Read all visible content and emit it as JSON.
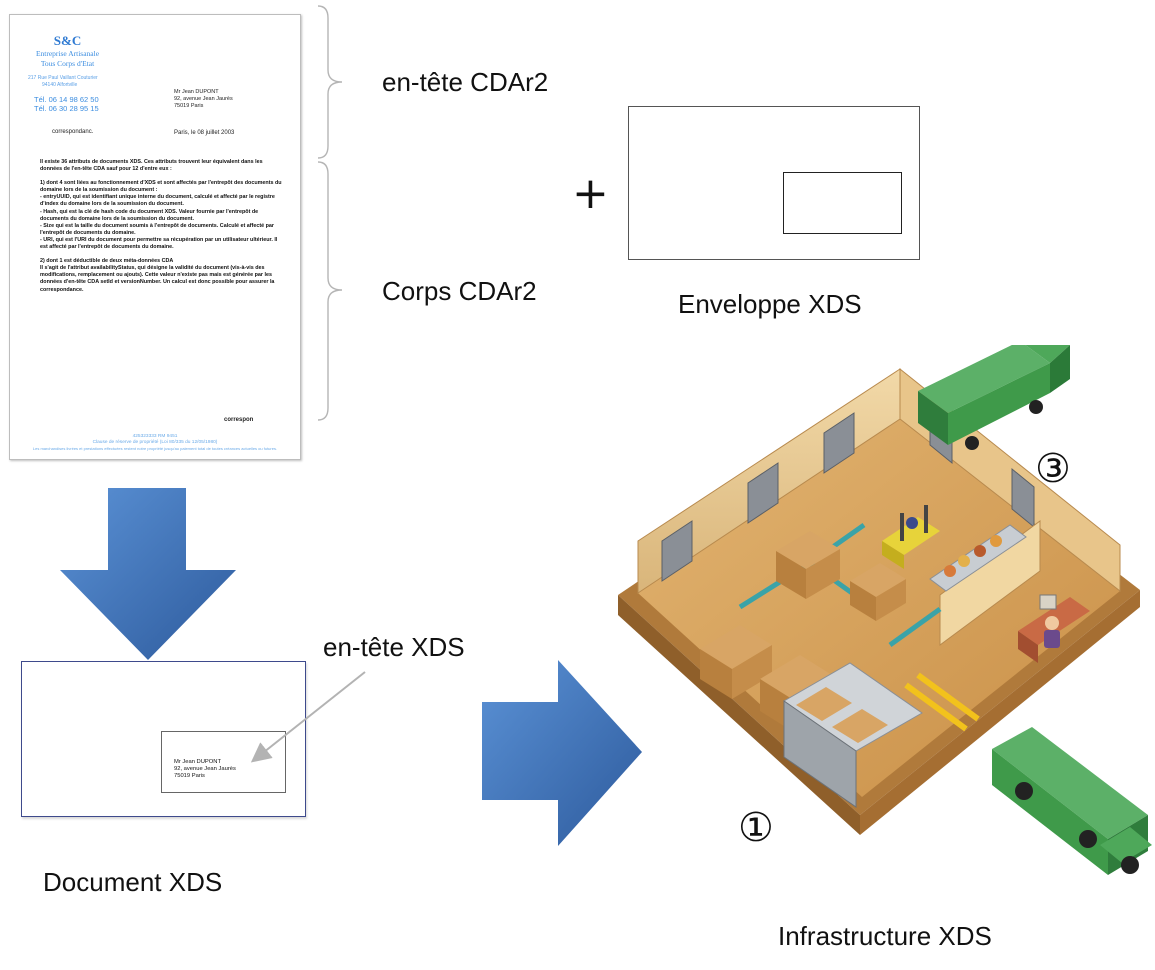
{
  "labels": {
    "entete_cda": "en-tête CDAr2",
    "corps_cda": "Corps CDAr2",
    "enveloppe": "Enveloppe XDS",
    "entete_xds": "en-tête XDS",
    "document_xds": "Document XDS",
    "infrastructure": "Infrastructure XDS",
    "plus": "+",
    "step1": "①",
    "step3": "③"
  },
  "letter": {
    "logo": "S&C",
    "company_line1": "Entreprise Artisanale",
    "company_line2": "Tous Corps d'Etat",
    "address_line1": "217 Rue Paul Vaillant Couturier",
    "address_line2": "94140  Alfortville",
    "tel1": "Tél. 06 14 98 62 50",
    "tel2": "Tél. 06 30 28 95 15",
    "recipient_name": "Mr Jean DUPONT",
    "recipient_street": "92, avenue Jean Jaurès",
    "recipient_city": "75019 Paris",
    "salutation": "correspondanc.",
    "date": "Paris, le 08 juillet 2003",
    "body": [
      "Il existe 36 attributs de documents XDS. Ces attributs trouvent leur équivalent dans les données de l'en-tête CDA sauf pour 12 d'entre eux :",
      "",
      "1) dont 4 sont liées au fonctionnement d'XDS et sont affectés par l'entrepôt des documents du domaine lors de la soumission du document :",
      "- entryUUID, qui est identifiant unique interne du document, calculé et affecté par le registre d'index du domaine lors de la soumission du document.",
      "- Hash, qui est la clé de hash code du document XDS. Valeur fournie par l'entrepôt de documents du domaine lors de la soumission du document.",
      "- Size qui est la taille du document soumis à l'entrepôt de documents. Calculé et affecté par l'entrepôt de documents du domaine.",
      "- URI, qui est l'URI du document pour permettre sa récupération par un utilisateur ultérieur. Il est affecté par l'entrepôt de documents du domaine.",
      "",
      "2) dont 1 est déductible de deux méta-données CDA",
      "Il s'agit de l'attribut availabilityStatus, qui désigne la validité du document (vis-à-vis des modifications, remplacement ou ajouts). Cette valeur n'existe pas mais est générée par les données d'en-tête CDA setId et versionNumber. Un calcul est donc possible pour assurer la correspondance."
    ],
    "signature": "correspon",
    "footer_line1": "425323333 RM 9451",
    "footer_line2": "Clause de réserve de propriété (Loi 80/335 du 12/05/1980)",
    "footer_line3": "Les marchandises livrées et prestations effectuées restent notre propriété jusqu'au paiement total de toutes créances actuelles ou futures."
  },
  "xds_doc": {
    "recipient_name": "Mr Jean DUPONT",
    "recipient_street": "92, avenue Jean Jaurès",
    "recipient_city": "75019 Paris"
  },
  "colors": {
    "arrow_top": "#4f86cf",
    "arrow_bottom": "#2f5b9e",
    "letter_blue": "#2f7ad2",
    "truck_green": "#3f9a4a",
    "floor": "#d7a55e"
  }
}
